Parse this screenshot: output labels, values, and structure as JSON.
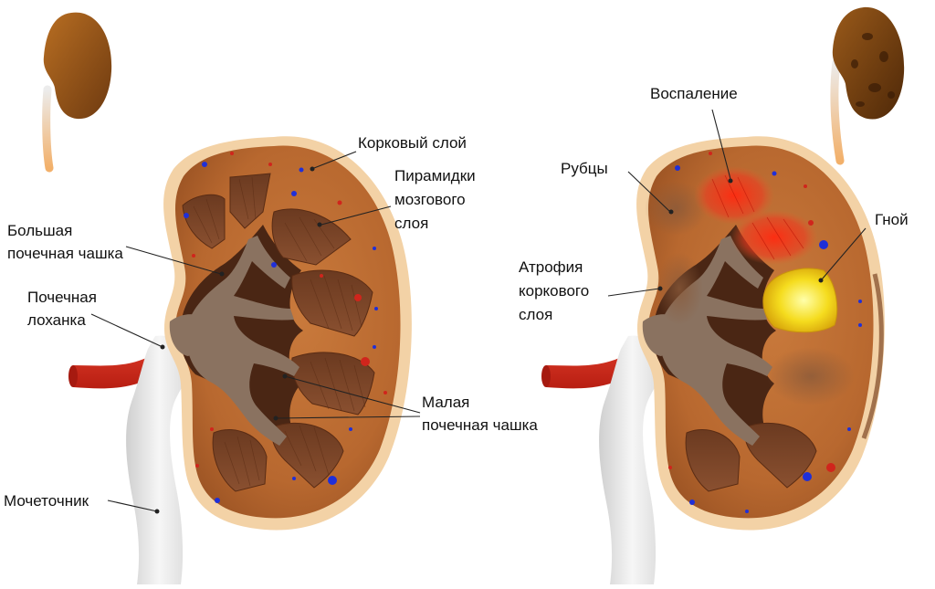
{
  "labels": {
    "cortex": "Корковый слой",
    "pyramids": [
      "Пирамидки",
      "мозгового",
      "слоя"
    ],
    "major_calyx": [
      "Большая",
      "почечная чашка"
    ],
    "pelvis": [
      "Почечная",
      "лоханка"
    ],
    "minor_calyx": [
      "Малая",
      "почечная чашка"
    ],
    "ureter": "Мочеточник",
    "inflammation": "Воспаление",
    "scars": "Рубцы",
    "pus": "Гной",
    "cortex_atrophy": [
      "Атрофия",
      "коркового",
      "слоя"
    ]
  },
  "colors": {
    "capsule": "#f3d2a6",
    "cortex": "#b8682f",
    "medulla_dark": "#4a2614",
    "pyramid": "#7a4426",
    "calyx": "#8a7260",
    "ureter": "#e9e9e9",
    "artery": "#d42a1c",
    "inflammation": "#ee2a1e",
    "pus": "#f5dc1e",
    "vessel_blue": "#1f2fd8",
    "vessel_red": "#d0251c"
  }
}
